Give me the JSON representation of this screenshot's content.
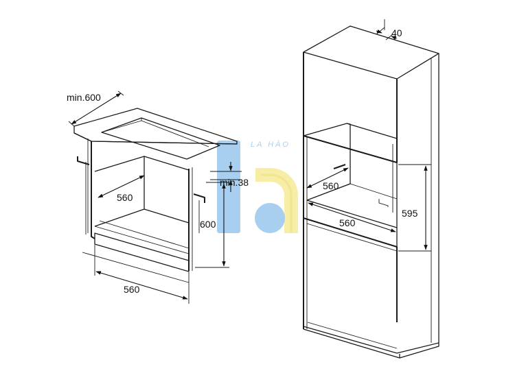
{
  "left_diagram": {
    "dims": {
      "min_width": "min.600",
      "niche_depth": "560",
      "min_gap": "min.38",
      "niche_height": "600",
      "niche_width": "560"
    }
  },
  "right_diagram": {
    "dims": {
      "top_vent": "40",
      "niche_depth": "560",
      "niche_height": "595",
      "niche_width": "560"
    }
  },
  "watermark": {
    "text": "LA HÀO",
    "colors": {
      "blue": "#7eb6e8",
      "yellow": "#f3e27a"
    }
  }
}
